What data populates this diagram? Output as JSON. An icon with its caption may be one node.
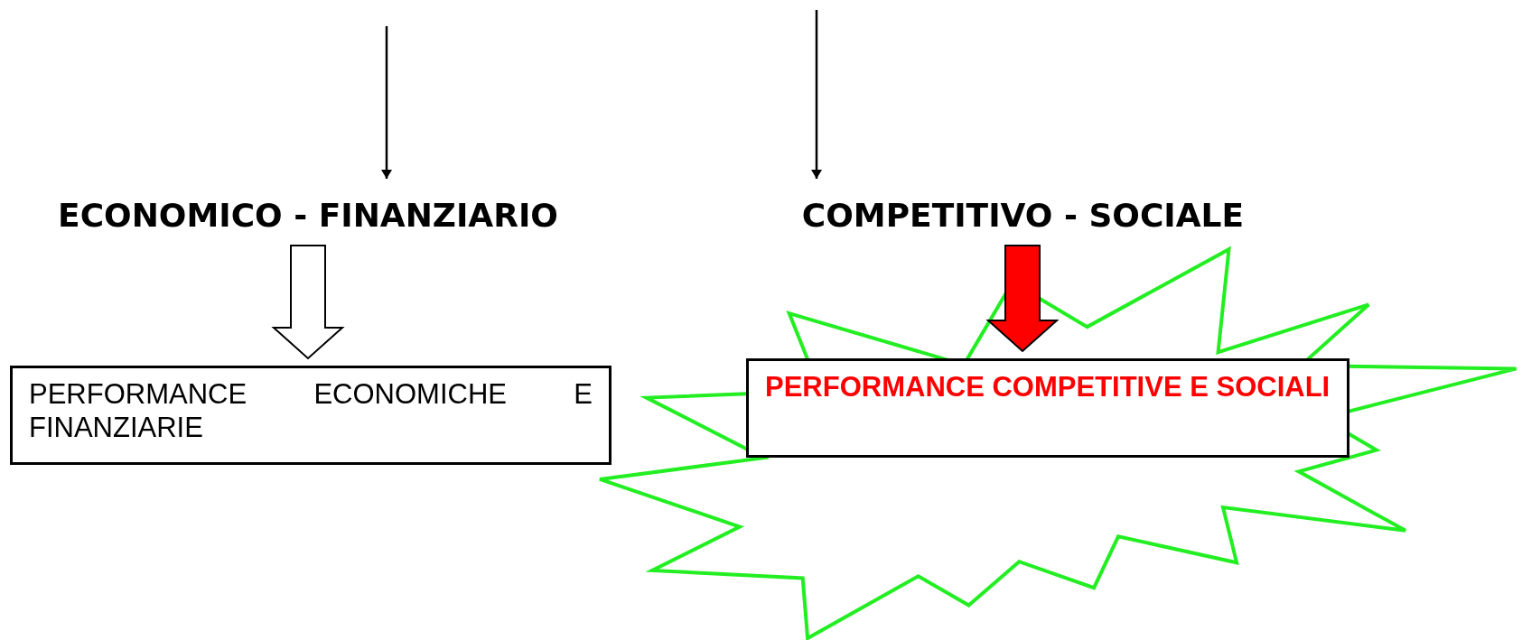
{
  "diagram": {
    "nodes": [
      {
        "text": [
          "ECONOMICO - FINANZIARIO"
        ]
      },
      {
        "text": [
          "COMPETITIVO - SOCIALE"
        ]
      },
      {
        "text": [
          "PERFORMANCE ECONOMICHE E FINANZIARIE"
        ]
      },
      {
        "text": [
          "PERFORMANCE COMPETITIVE E SOCIALI"
        ]
      }
    ],
    "edges": [
      {
        "from": null,
        "to": 0,
        "arrow": "to"
      },
      {
        "from": null,
        "to": 1,
        "arrow": "to"
      },
      {
        "from": 0,
        "to": 2,
        "arrow": "to",
        "style": "thick"
      },
      {
        "from": 1,
        "to": 3,
        "arrow": "to",
        "style": "thick",
        "color": "#ff0000"
      }
    ]
  }
}
